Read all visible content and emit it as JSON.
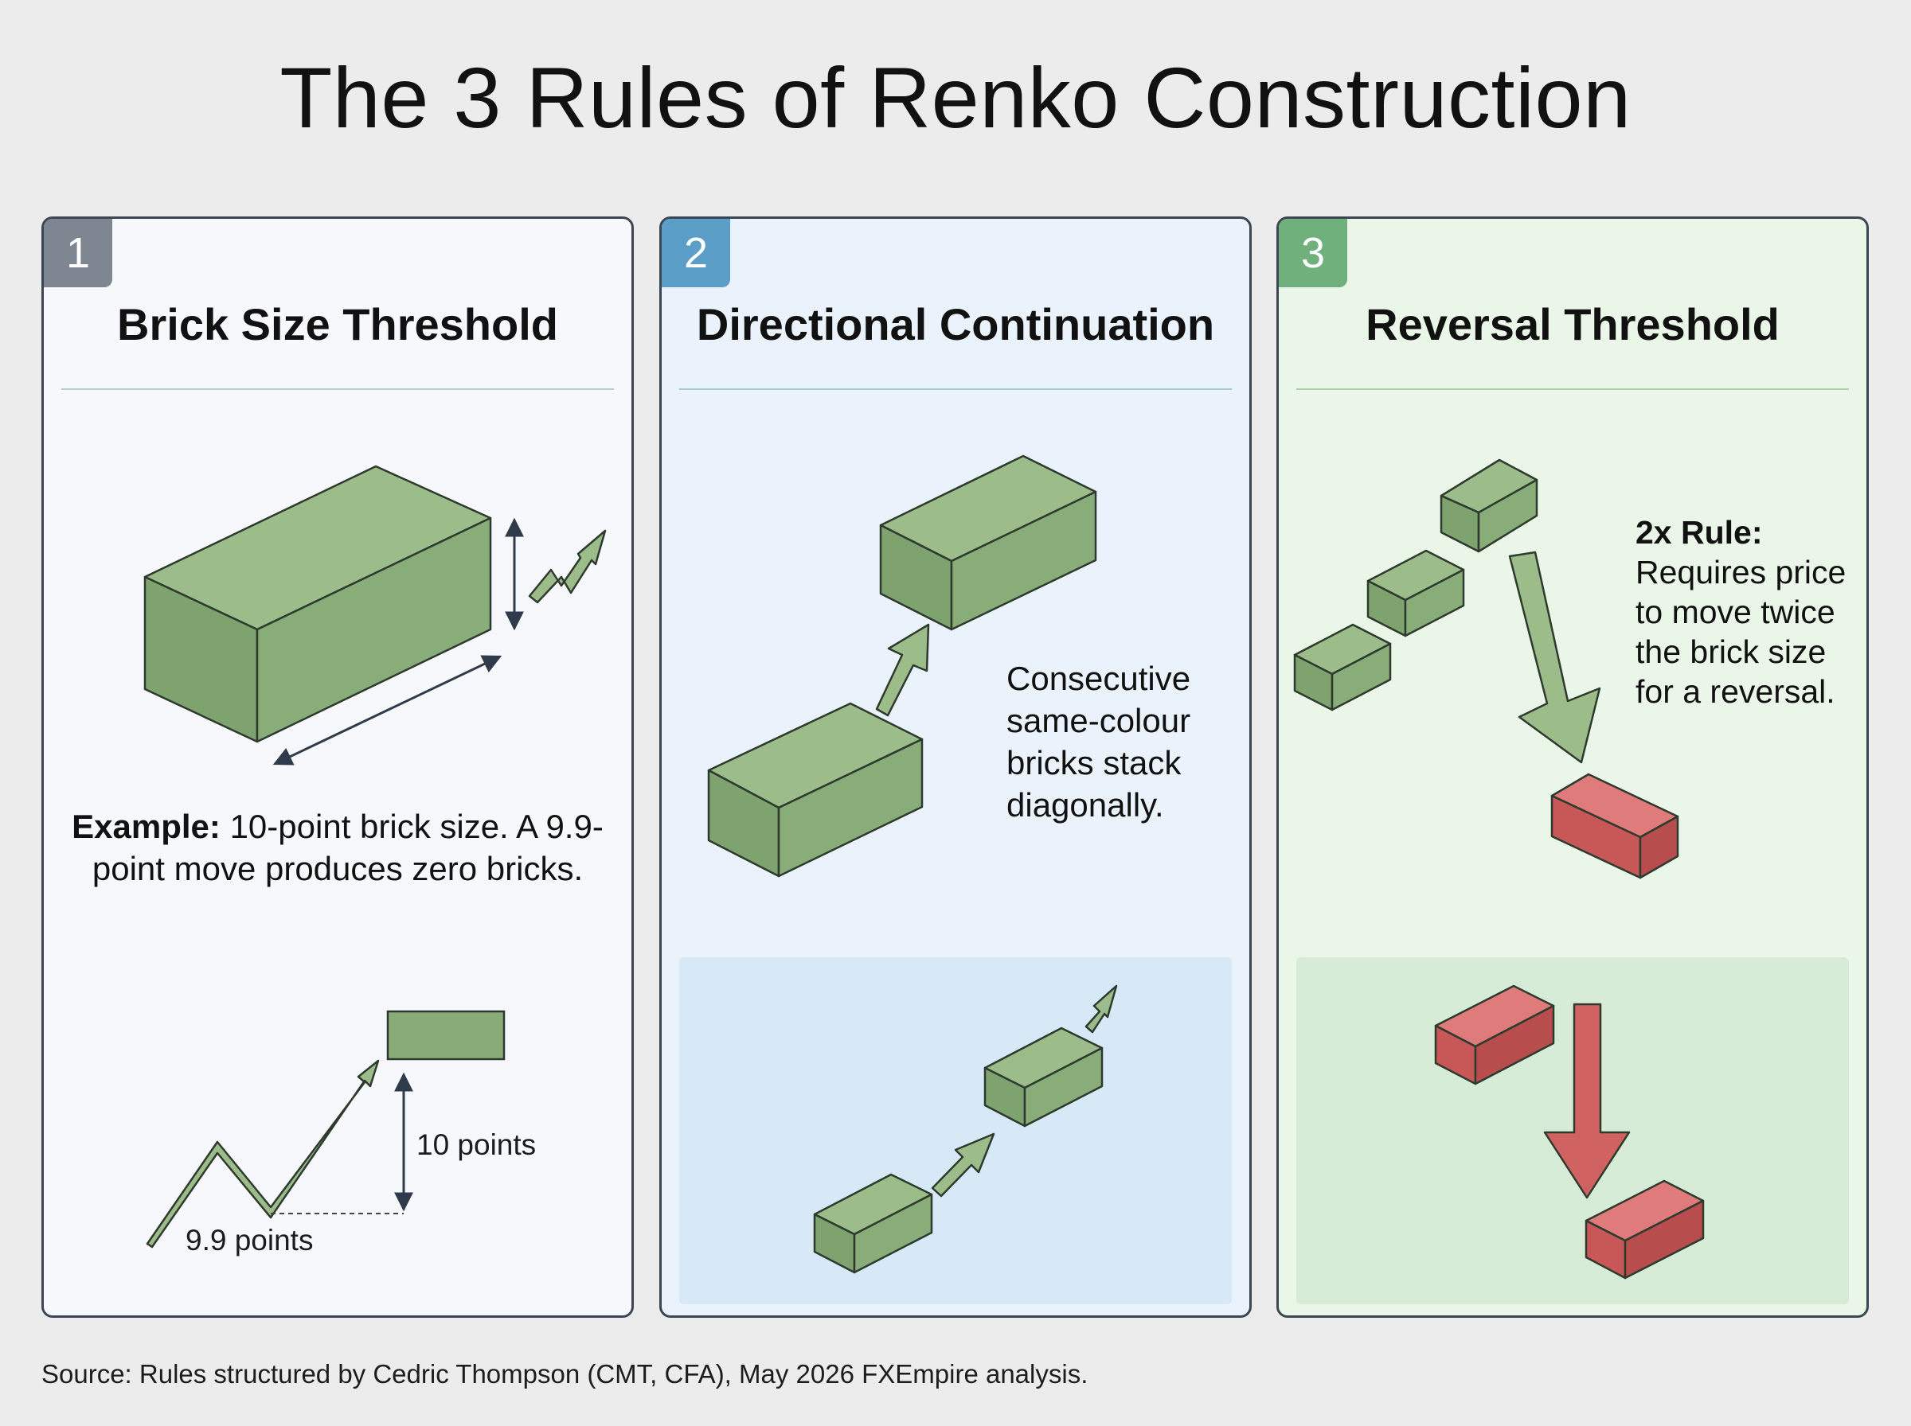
{
  "title": "The 3 Rules of Renko Construction",
  "panels": [
    {
      "number": "1",
      "title": "Brick Size Threshold",
      "example_label": "Example:",
      "example_text": "10-point brick size. A 9.9-point move produces zero bricks.",
      "label_10": "10 points",
      "label_99": "9.9 points"
    },
    {
      "number": "2",
      "title": "Directional Continuation",
      "note": "Consecutive same-colour bricks stack diagonally."
    },
    {
      "number": "3",
      "title": "Reversal Threshold",
      "rule_label": "2x Rule:",
      "rule_text": "Requires price to move twice the brick size for a reversal."
    }
  ],
  "source": "Source: Rules structured by Cedric Thompson (CMT, CFA), May 2026 FXEmpire analysis.",
  "colors": {
    "green_brick": "#88ac79",
    "red_brick": "#cf6565",
    "outline": "#2e3a2e"
  }
}
